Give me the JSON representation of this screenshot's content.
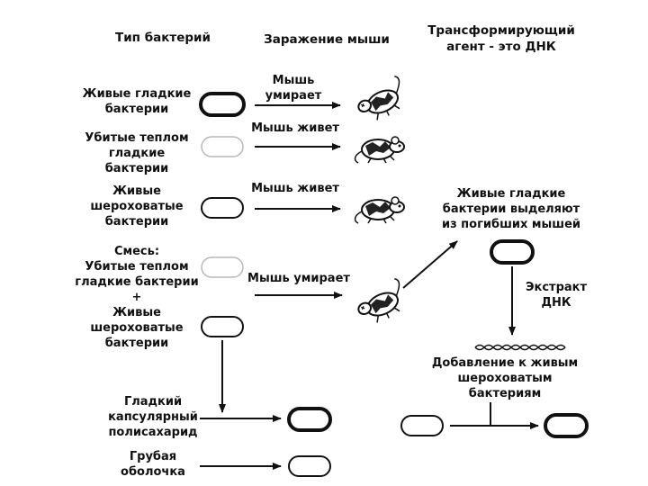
{
  "headers": {
    "col1": "Тип бактерий",
    "col2": "Заражение мыши",
    "col3": [
      "Трансформирующий",
      "агент - это ДНК"
    ]
  },
  "rows": [
    {
      "label": [
        "Живые гладкие",
        "бактерии"
      ],
      "result": [
        "Мышь",
        "умирает"
      ],
      "mouse": "dead-mouse-icon"
    },
    {
      "label": [
        "Убитые теплом",
        "гладкие",
        "бактерии"
      ],
      "result": [
        "Мышь живет"
      ],
      "mouse": "live-mouse-icon"
    },
    {
      "label": [
        "Живые",
        "шероховатые",
        "бактерии"
      ],
      "result": [
        "Мышь живет"
      ],
      "mouse": "live-mouse-icon"
    },
    {
      "label": [
        "Смесь:",
        "Убитые теплом",
        "гладкие бактерии",
        "+",
        "Живые",
        "шероховатые",
        "бактерии"
      ],
      "result": [
        "Мышь умирает"
      ],
      "mouse": "dead-mouse-icon"
    }
  ],
  "bottom": {
    "capsule": [
      "Гладкий",
      "капсулярный",
      "полисахарид"
    ],
    "rough": [
      "Грубая",
      "оболочка"
    ]
  },
  "right_panel": {
    "isolated": [
      "Живые гладкие",
      "бактерии выделяют",
      "из погибших мышей"
    ],
    "extract": [
      "Экстракт",
      "ДНК"
    ],
    "addition": [
      "Добавление к живым",
      "шероховатым",
      "бактериям"
    ]
  },
  "colors": {
    "ink": "#111111",
    "killed_outline": "#b8b8b8",
    "background": "#ffffff"
  }
}
